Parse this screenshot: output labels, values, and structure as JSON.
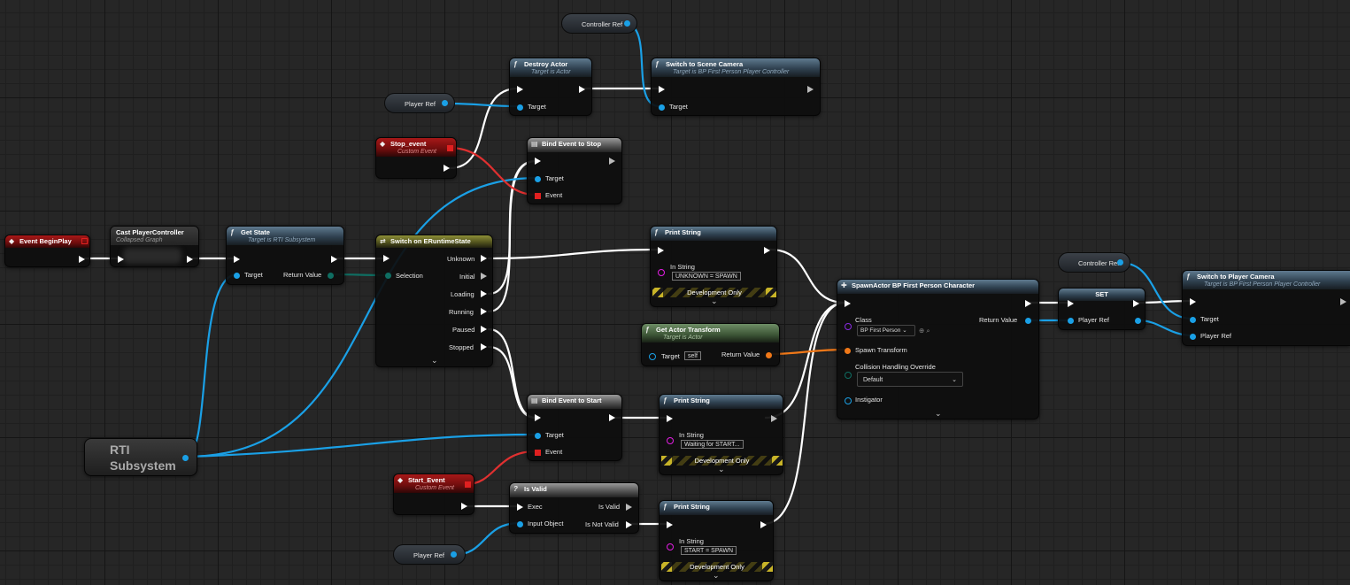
{
  "nodes": {
    "controller_ref_top": {
      "label": "Controller Ref"
    },
    "controller_ref_right": {
      "label": "Controller Ref"
    },
    "player_ref_top": {
      "label": "Player Ref"
    },
    "player_ref_bottom": {
      "label": "Player Ref"
    },
    "destroy_actor": {
      "title": "Destroy Actor",
      "subtitle": "Target is Actor",
      "target": "Target"
    },
    "switch_scene_camera": {
      "title": "Switch to Scene Camera",
      "subtitle": "Target is BP First Person Player Controller",
      "target": "Target"
    },
    "stop_event": {
      "title": "Stop_event",
      "subtitle": "Custom Event"
    },
    "bind_stop": {
      "title": "Bind Event to Stop",
      "target": "Target",
      "event": "Event"
    },
    "event_beginplay": {
      "title": "Event BeginPlay"
    },
    "cast_pc": {
      "title": "Cast PlayerController",
      "subtitle": "Collapsed Graph"
    },
    "get_state": {
      "title": "Get State",
      "subtitle": "Target is RTI Subsystem",
      "target": "Target",
      "return_value": "Return Value"
    },
    "switch_enum": {
      "title": "Switch on ERuntimeState",
      "selection": "Selection",
      "unknown": "Unknown",
      "initial": "Initial",
      "loading": "Loading",
      "running": "Running",
      "paused": "Paused",
      "stopped": "Stopped"
    },
    "print_unknown": {
      "title": "Print String",
      "in_string": "In String",
      "value": "UNKNOWN = SPAWN",
      "dev": "Development Only"
    },
    "get_actor_transform": {
      "title": "Get Actor Transform",
      "subtitle": "Target is Actor",
      "target": "Target",
      "target_value": "self",
      "return_value": "Return Value"
    },
    "spawn_actor": {
      "title": "SpawnActor BP First Person Character",
      "class": "Class",
      "class_value": "BP First Person",
      "return_value": "Return Value",
      "spawn_transform": "Spawn Transform",
      "collision": "Collision Handling Override",
      "collision_value": "Default",
      "instigator": "Instigator"
    },
    "set_node": {
      "title": "SET",
      "player_ref": "Player Ref"
    },
    "switch_player_camera": {
      "title": "Switch to Player Camera",
      "subtitle": "Target is BP First Person Player Controller",
      "target": "Target",
      "player_ref": "Player Ref"
    },
    "bind_start": {
      "title": "Bind Event to Start",
      "target": "Target",
      "event": "Event"
    },
    "print_waiting": {
      "title": "Print String",
      "in_string": "In String",
      "value": "Waiting for START...",
      "dev": "Development Only"
    },
    "rti_subsystem": {
      "label": "RTI Subsystem"
    },
    "start_event": {
      "title": "Start_Event",
      "subtitle": "Custom Event"
    },
    "is_valid": {
      "title": "Is Valid",
      "exec": "Exec",
      "input_object": "Input Object",
      "is_valid": "Is Valid",
      "is_not_valid": "Is Not Valid"
    },
    "print_start": {
      "title": "Print String",
      "in_string": "In String",
      "value": "START = SPAWN",
      "dev": "Development Only"
    }
  },
  "icons": {
    "function": "function-icon",
    "event": "event-diamond-icon",
    "delegate": "delegate-icon",
    "branch": "question-icon",
    "expand": "chevron-down-icon"
  },
  "colors": {
    "exec_wire": "#ffffff",
    "object_wire": "#1aa0e6",
    "delegate_wire": "#e03030",
    "transform_wire": "#f07818",
    "byte_wire": "#0f6e62",
    "class_pin": "#8a2be2",
    "string_pin": "#e31ee3"
  }
}
